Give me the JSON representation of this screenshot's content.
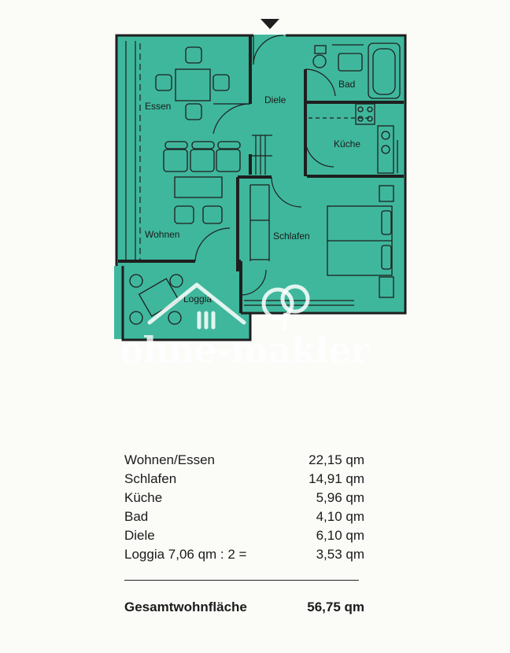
{
  "plan": {
    "fill_color": "#3fb79c",
    "rooms": {
      "essen": "Essen",
      "diele": "Diele",
      "bad": "Bad",
      "kueche": "Küche",
      "wohnen": "Wohnen",
      "schlafen": "Schlafen",
      "loggia": "Loggia"
    }
  },
  "watermark": {
    "text": "ohne-makler"
  },
  "areas": [
    {
      "name": "Wohnen/Essen",
      "value": "22,15 qm"
    },
    {
      "name": "Schlafen",
      "value": "14,91 qm"
    },
    {
      "name": "Küche",
      "value": "5,96 qm"
    },
    {
      "name": "Bad",
      "value": "4,10 qm"
    },
    {
      "name": "Diele",
      "value": "6,10 qm"
    },
    {
      "name": "Loggia 7,06 qm : 2 =",
      "value": "3,53 qm"
    }
  ],
  "total": {
    "label": "Gesamtwohnfläche",
    "value": "56,75 qm"
  }
}
